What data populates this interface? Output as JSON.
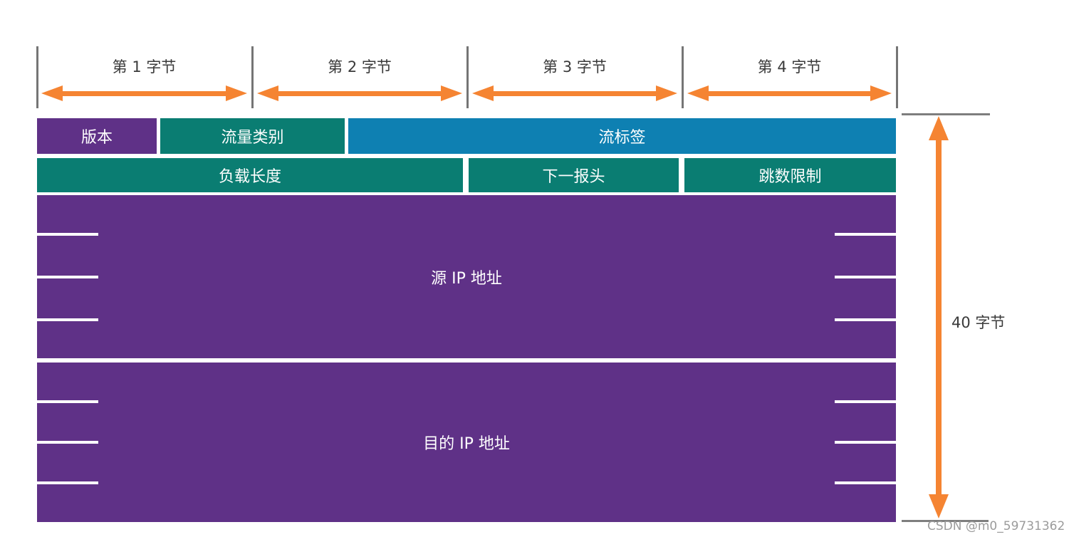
{
  "byte_scale": {
    "labels": [
      "第 1 字节",
      "第 2 字节",
      "第 3 字节",
      "第 4 字节"
    ]
  },
  "fields": {
    "version": "版本",
    "traffic_class": "流量类别",
    "flow_label": "流标签",
    "payload_length": "负载长度",
    "next_header": "下一报头",
    "hop_limit": "跳数限制",
    "source_address": "源 IP 地址",
    "destination_address": "目的 IP 地址"
  },
  "annotations": {
    "total_size": "40 字节",
    "watermark": "CSDN @m0_59731362"
  },
  "colors": {
    "purple": "#5f3187",
    "teal": "#0a7d72",
    "blue": "#0e80b2",
    "orange": "#f58432",
    "gray_line": "#757575",
    "label_text": "#3a3a3a",
    "watermark_gray": "#9b9b9b",
    "field_text": "#ffffff"
  }
}
